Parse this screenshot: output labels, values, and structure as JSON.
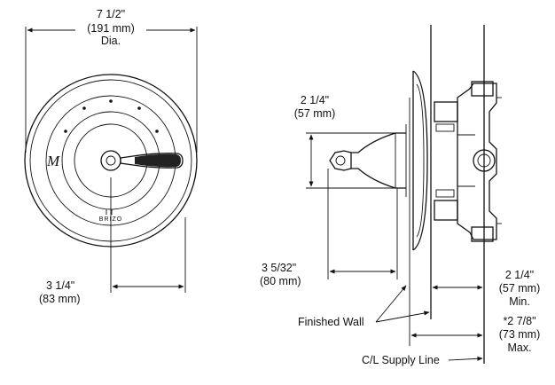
{
  "front_view": {
    "width_dim": {
      "value": "7 1/2\"",
      "metric": "(191 mm)",
      "note": "Dia."
    },
    "offset_dim": {
      "value": "3 1/4\"",
      "metric": "(83 mm)"
    },
    "brand": "BRIZO",
    "monogram": "M"
  },
  "side_view": {
    "handle_height_dim": {
      "value": "2 1/4\"",
      "metric": "(57 mm)"
    },
    "handle_depth_dim": {
      "value": "3 5/32\"",
      "metric": "(80 mm)"
    },
    "min_dim": {
      "value": "2 1/4\"",
      "metric": "(57 mm)",
      "note": "Min."
    },
    "max_dim": {
      "value": "*2 7/8\"",
      "metric": "(73 mm)",
      "note": "Max."
    },
    "finished_wall_label": "Finished Wall",
    "supply_line_label": "C/L Supply Line"
  }
}
